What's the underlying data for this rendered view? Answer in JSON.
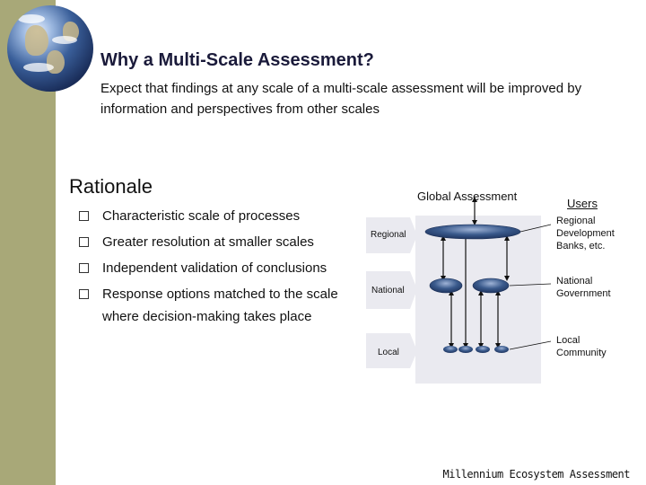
{
  "slide": {
    "title": "Why a Multi-Scale Assessment?",
    "subtitle": "Expect that findings at any scale of a multi-scale assessment will be improved by information and perspectives from other scales",
    "section_heading": "Rationale",
    "bullets": [
      "Characteristic scale of processes",
      "Greater resolution at smaller scales",
      "Independent validation of conclusions",
      "Response options matched to the scale where decision-making takes place"
    ],
    "footer": "Millennium Ecosystem Assessment"
  },
  "diagram": {
    "global_label": "Global Assessment",
    "users_heading": "Users",
    "levels": [
      {
        "name": "Regional",
        "user": "Regional Development Banks, etc."
      },
      {
        "name": "National",
        "user": "National Government"
      },
      {
        "name": "Local",
        "user": "Local Community"
      }
    ]
  },
  "colors": {
    "sidebar": "#a8a878",
    "node": "#3a5a8c",
    "panel": "#eaeaf0"
  }
}
